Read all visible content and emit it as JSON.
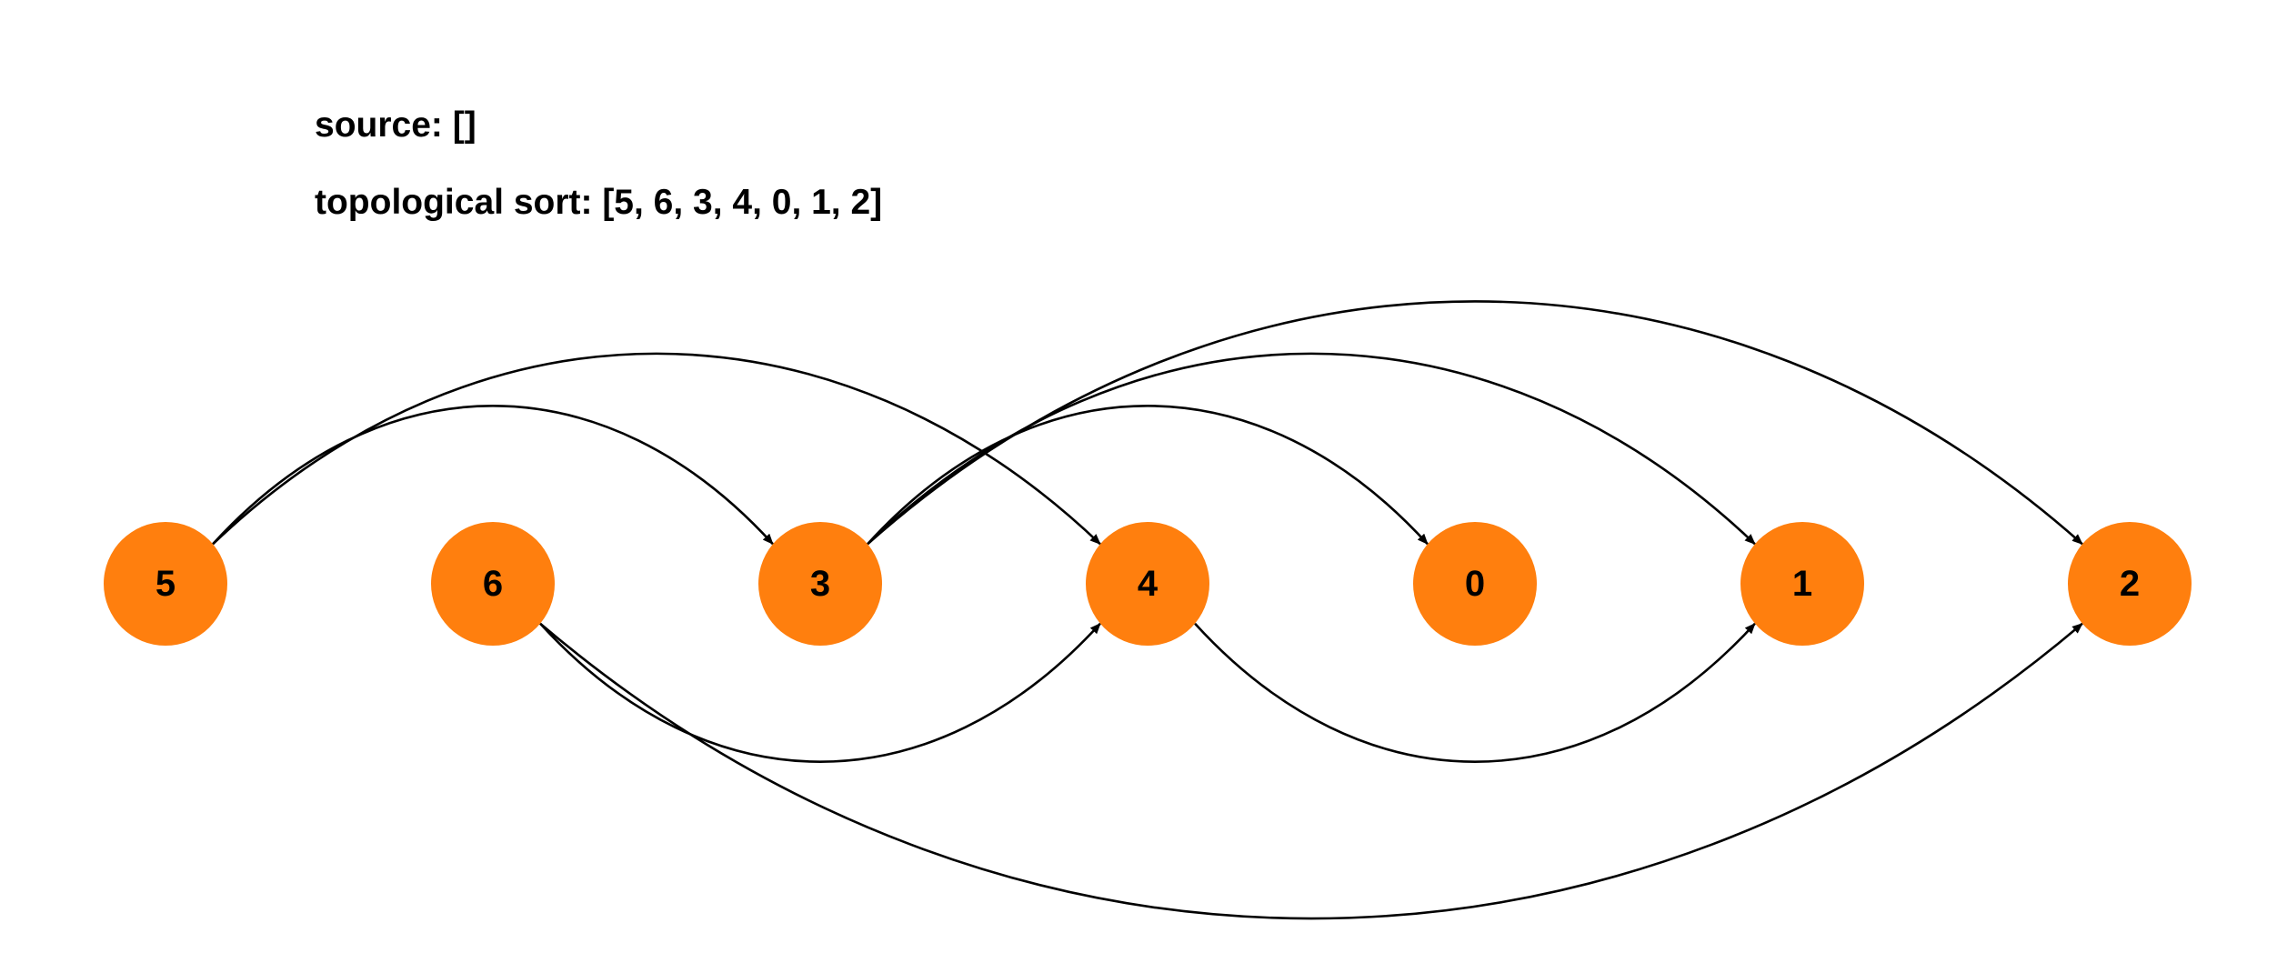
{
  "source_text": "source: []",
  "topological_sort_text": "topological sort: [5, 6, 3, 4, 0, 1, 2]",
  "colors": {
    "node_fill": "#FF7F0E",
    "edge": "#000000",
    "text": "#000000"
  },
  "nodes": [
    "5",
    "6",
    "3",
    "4",
    "0",
    "1",
    "2"
  ],
  "edges": [
    {
      "from": "5",
      "to": "3",
      "side": "above"
    },
    {
      "from": "5",
      "to": "4",
      "side": "above"
    },
    {
      "from": "3",
      "to": "0",
      "side": "above"
    },
    {
      "from": "3",
      "to": "1",
      "side": "above"
    },
    {
      "from": "3",
      "to": "2",
      "side": "above"
    },
    {
      "from": "6",
      "to": "4",
      "side": "below"
    },
    {
      "from": "6",
      "to": "2",
      "side": "below"
    },
    {
      "from": "4",
      "to": "1",
      "side": "below"
    }
  ]
}
